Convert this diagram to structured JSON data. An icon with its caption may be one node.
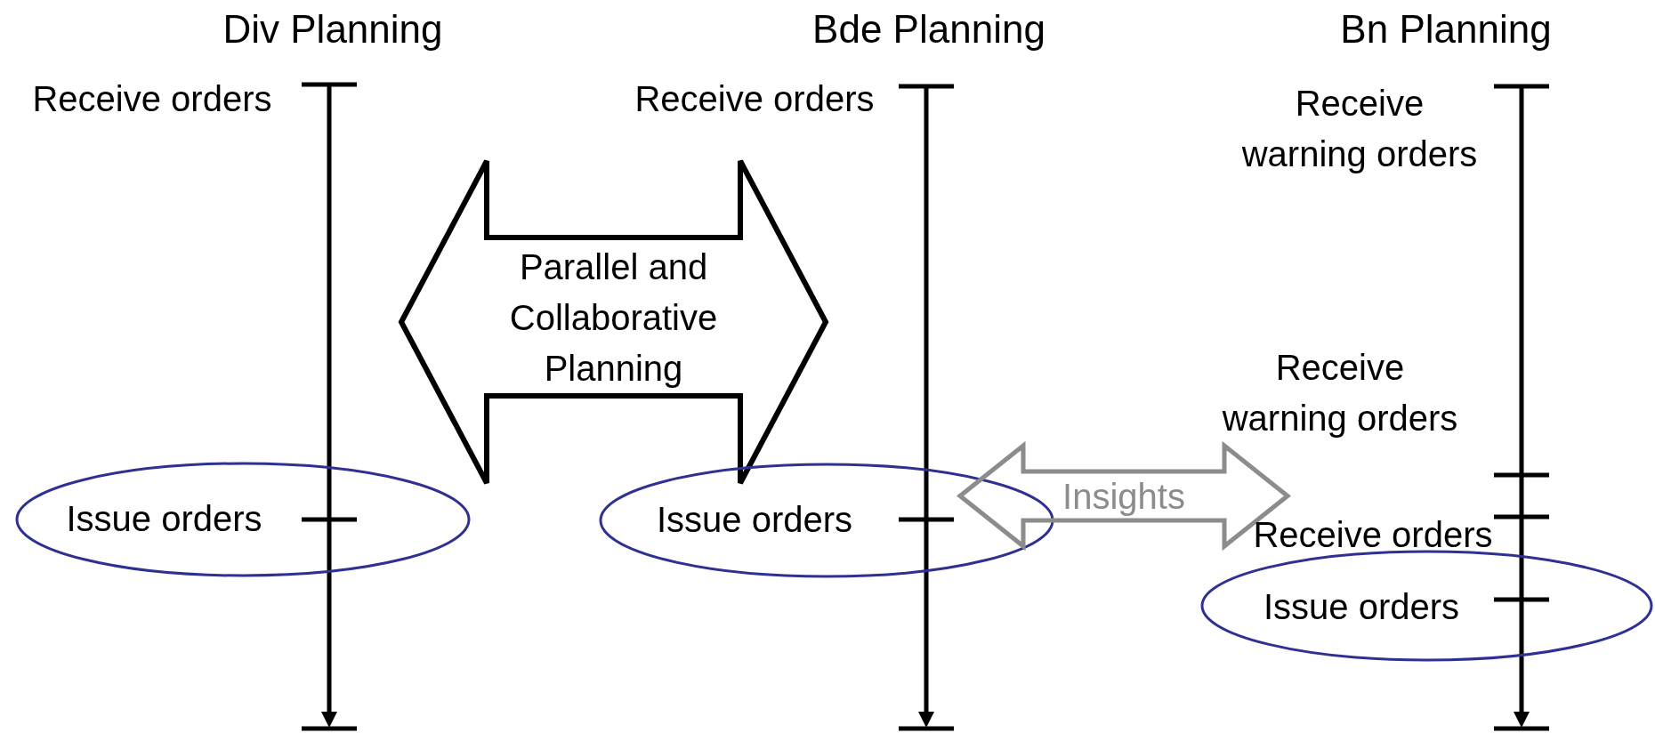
{
  "diagram": {
    "nodes": [
      {
        "text": [
          "Parallel and Collaborative Planning"
        ]
      },
      {
        "text": [
          "Issue orders"
        ]
      },
      {
        "text": [
          "Issue orders"
        ]
      },
      {
        "text": [
          "Insights"
        ]
      },
      {
        "text": [
          "Issue orders"
        ]
      }
    ],
    "labels": [
      "Div Planning",
      "Bde Planning",
      "Bn Planning",
      "Receive orders",
      "Receive orders",
      "Receive warning orders",
      "Receive warning orders",
      "Receive orders"
    ]
  }
}
